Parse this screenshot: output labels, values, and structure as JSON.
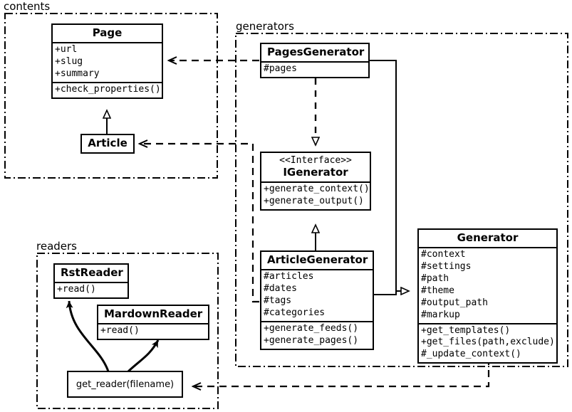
{
  "diagram": {
    "title": "UML class diagram",
    "type": "uml-class-diagram",
    "background": "#ffffff",
    "stroke": "#000000"
  },
  "packages": [
    {
      "id": "contents",
      "label": "contents"
    },
    {
      "id": "generators",
      "label": "generators"
    },
    {
      "id": "readers",
      "label": "readers"
    }
  ],
  "classes": {
    "page": {
      "name": "Page",
      "attributes": [
        "+url",
        "+slug",
        "+summary"
      ],
      "operations": [
        "+check_properties()"
      ]
    },
    "article": {
      "name": "Article",
      "attributes": [],
      "operations": []
    },
    "pages_generator": {
      "name": "PagesGenerator",
      "attributes": [
        "#pages"
      ],
      "operations": []
    },
    "igenerator": {
      "stereotype": "<<Interface>>",
      "name": "IGenerator",
      "attributes": [],
      "operations": [
        "+generate_context()",
        "+generate_output()"
      ]
    },
    "article_generator": {
      "name": "ArticleGenerator",
      "attributes": [
        "#articles",
        "#dates",
        "#tags",
        "#categories"
      ],
      "operations": [
        "+generate_feeds()",
        "+generate_pages()"
      ]
    },
    "generator": {
      "name": "Generator",
      "attributes": [
        "#context",
        "#settings",
        "#path",
        "#theme",
        "#output_path",
        "#markup"
      ],
      "operations": [
        "+get_templates()",
        "+get_files(path,exclude)",
        "#_update_context()"
      ]
    },
    "rst_reader": {
      "name": "RstReader",
      "attributes": [],
      "operations": [
        "+read()"
      ]
    },
    "mardown_reader": {
      "name": "MardownReader",
      "attributes": [],
      "operations": [
        "+read()"
      ]
    }
  },
  "functions": {
    "get_reader": {
      "label": "get_reader(filename)"
    }
  },
  "relationships": [
    {
      "from": "article",
      "to": "page",
      "kind": "generalization",
      "style": "solid",
      "arrow": "hollow-triangle"
    },
    {
      "from": "pages_generator",
      "to": "igenerator",
      "kind": "realization",
      "style": "dashed",
      "arrow": "hollow-triangle"
    },
    {
      "from": "article_generator",
      "to": "igenerator",
      "kind": "realization",
      "style": "solid",
      "arrow": "hollow-triangle"
    },
    {
      "from": "pages_generator",
      "to": "generator",
      "kind": "generalization",
      "style": "solid",
      "arrow": "hollow-triangle"
    },
    {
      "from": "article_generator",
      "to": "generator",
      "kind": "generalization",
      "style": "solid",
      "arrow": "hollow-triangle"
    },
    {
      "from": "pages_generator",
      "to": "page",
      "kind": "dependency",
      "style": "dashed",
      "arrow": "open"
    },
    {
      "from": "article_generator",
      "to": "article",
      "kind": "dependency",
      "style": "dashed",
      "arrow": "open"
    },
    {
      "from": "generator",
      "to": "get_reader",
      "kind": "dependency",
      "style": "dashed",
      "arrow": "open"
    },
    {
      "from": "get_reader",
      "to": "rst_reader",
      "kind": "returns",
      "style": "curved-solid",
      "arrow": "filled"
    },
    {
      "from": "get_reader",
      "to": "mardown_reader",
      "kind": "returns",
      "style": "curved-solid",
      "arrow": "filled"
    }
  ]
}
